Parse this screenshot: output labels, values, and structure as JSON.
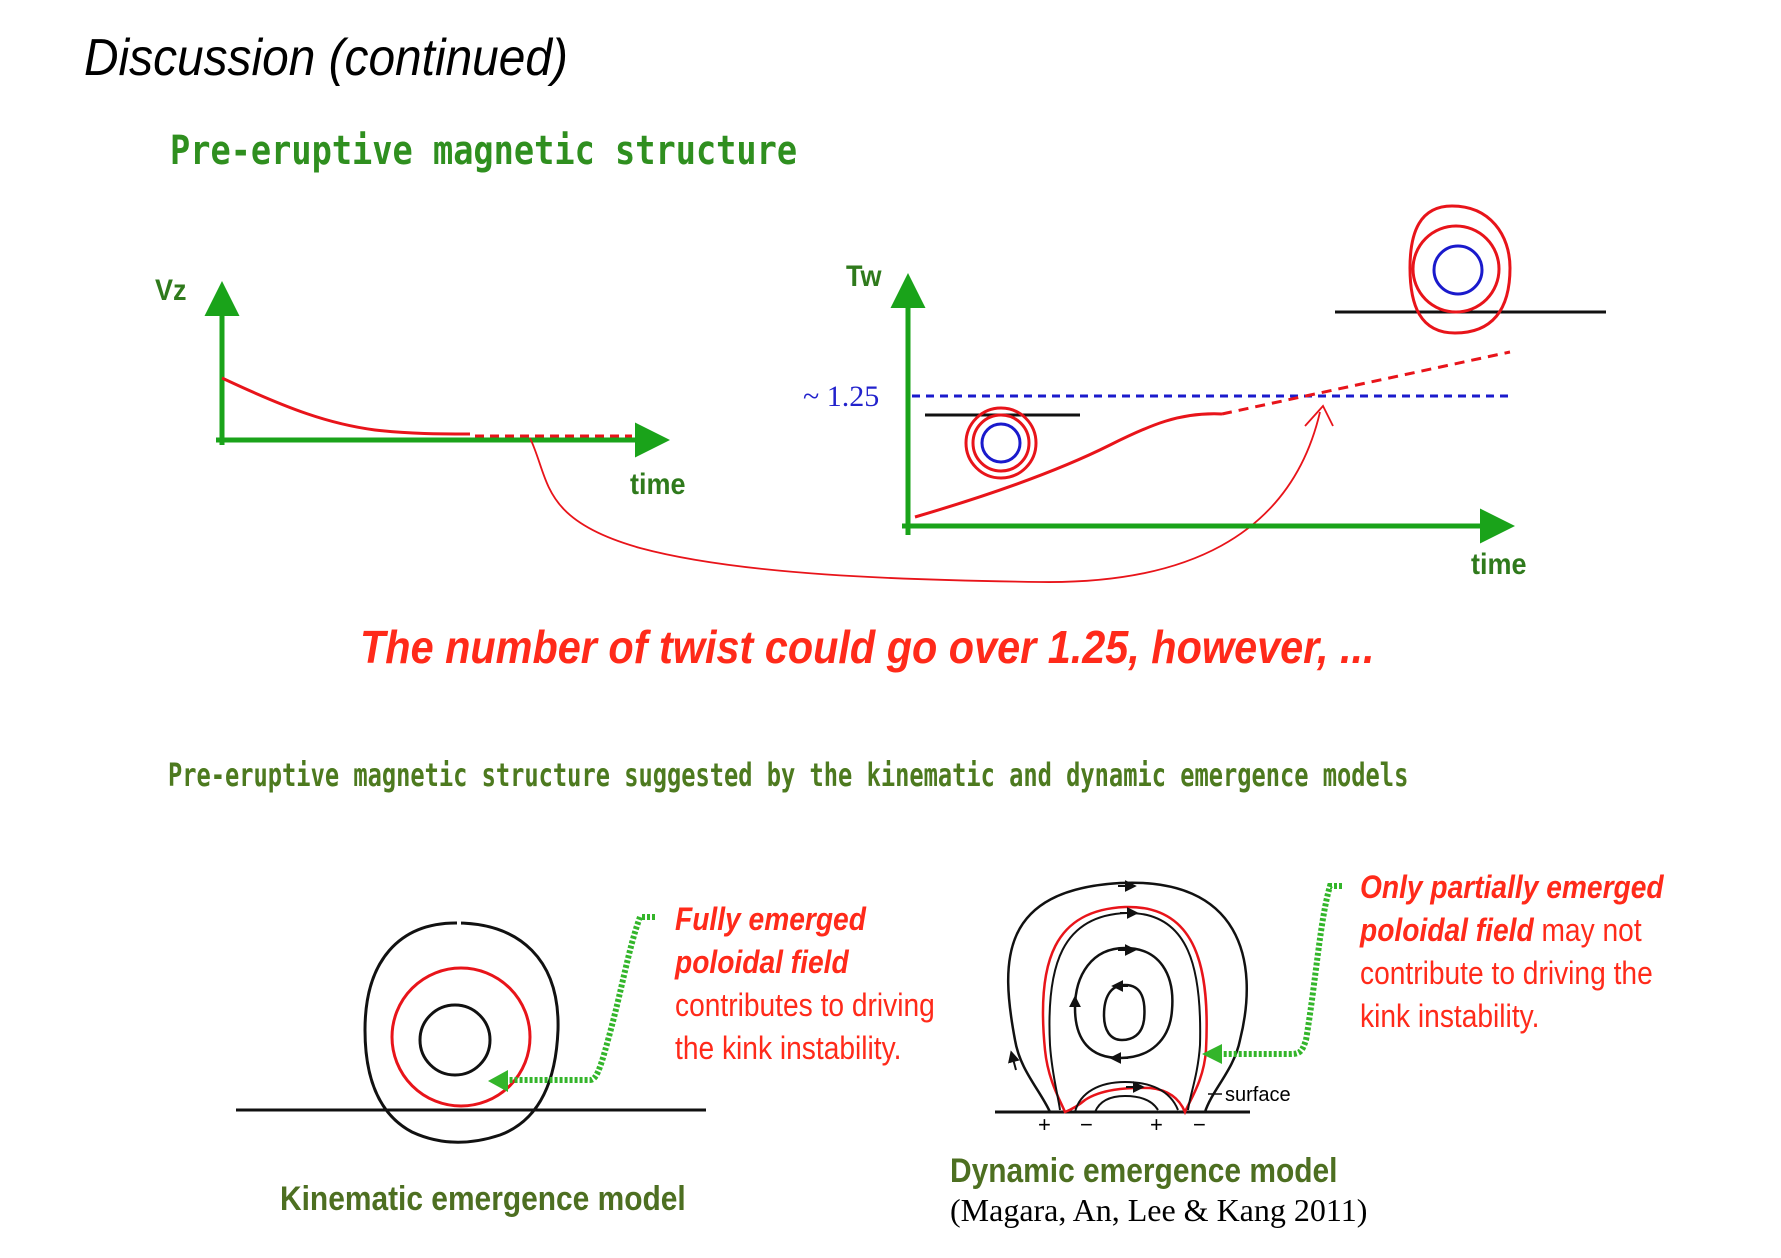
{
  "slide": {
    "title": "Discussion (continued)",
    "subtitle_top": "Pre-eruptive magnetic structure",
    "statement": "The number of twist could go over 1.25, however, ...",
    "subtitle_bottom": "Pre-eruptive magnetic structure suggested by the kinematic and dynamic emergence models"
  },
  "graph_left": {
    "y_label": "Vz",
    "x_label": "time"
  },
  "graph_right": {
    "y_label": "Tw",
    "x_label": "time",
    "threshold_label": "~ 1.25"
  },
  "kinematic": {
    "caption": "Kinematic emergence model",
    "note_bold_1": "Fully emerged",
    "note_bold_2": "poloidal field",
    "note_line_3": "contributes to driving",
    "note_line_4": "the kink instability."
  },
  "dynamic": {
    "caption": "Dynamic emergence model",
    "citation": "(Magara, An, Lee & Kang 2011)",
    "surface_label": "surface",
    "note_bold_1": "Only partially emerged",
    "note_bold_2": "poloidal field",
    "note_rest_2": " may not",
    "note_line_3": "contribute to driving the",
    "note_line_4": "kink instability.",
    "polarity_signs": [
      "+",
      "−",
      "+",
      "−"
    ]
  },
  "colors": {
    "green_axis": "#1aa31a",
    "red_curve": "#e8141a",
    "blue_line": "#1a1acc"
  }
}
